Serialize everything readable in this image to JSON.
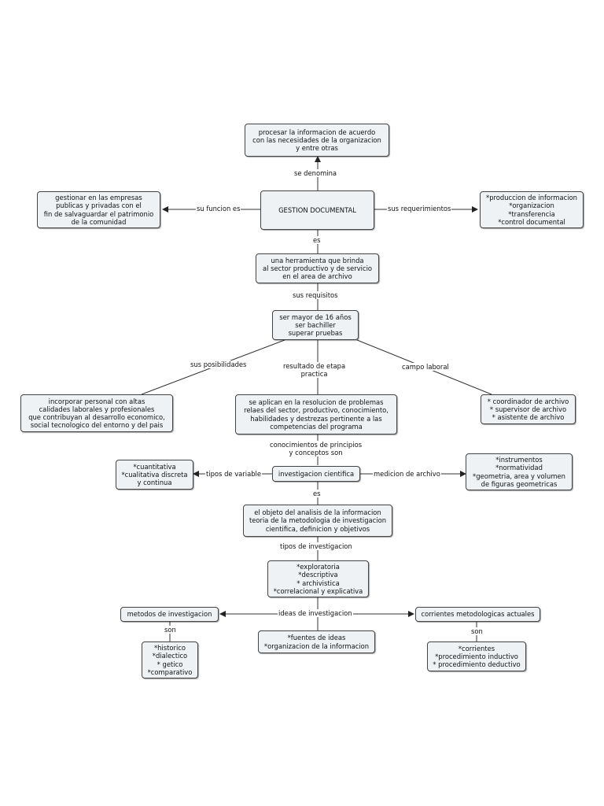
{
  "nodes": {
    "procesar": "procesar la informacion de acuerdo\ncon las necesidades de la organizacion\ny entre otras",
    "gestionar": "gestionar en las empresas\npublicas y privadas con el\nfin de salvaguardar el patrimonio\nde la comunidad",
    "main": "GESTION DOCUMENTAL",
    "requerimientos": "*produccion de informacion\n*organizacion\n*transferencia\n*control documental",
    "herramienta": "una herramienta que brinda\nal sector productivo y de servicio\nen el area de archivo",
    "requisitos": "ser mayor de 16 años\nser bachiller\nsuperar pruebas",
    "incorporar": "incorporar personal con altas\ncalidades laborales y profesionales\nque contribuyan al desarrollo economico,\nsocial tecnologico del entorno y del pais",
    "aplican": "se aplican en la resolucion de problemas\nrelaes del sector, productivo, conocimiento,\nhabilidades y destrezas pertinente a las\ncompetencias del programa",
    "coordinador": "* coordinador de archivo\n* supervisor de archivo\n* asistente de archivo",
    "cuantitativa": "*cuantitativa\n*cualitativa discreta\ny continua",
    "investigacion": "investigacion cientifica",
    "instrumentos": "*instrumentos\n*normatividad\n*geometria, area y volumen\nde figuras geometricas",
    "objeto": "el objeto del analisis de la informacion\nteoria de la metodologia de investigacion\ncientifica, definicion y objetivos",
    "tipos": "*exploratoria\n*descriptiva\n* archivistica\n*correlacional y explicativa",
    "metodos": "metodos de investigacion",
    "corrientes_box": "corrientes metodologicas actuales",
    "fuentes": "*fuentes de ideas\n*organizacion de la informacion",
    "historico": "*historico\n*dialectico\n* getico\n*comparativo",
    "corrientes_list": "*corrientes\n*procedimiento inductivo\n* procedimiento deductivo"
  },
  "edge_labels": {
    "se_denomina": "se denomina",
    "su_funcion_es": "su funcion es",
    "sus_requerimientos": "sus requerimientos",
    "es_1": "es",
    "sus_requisitos": "sus requisitos",
    "sus_posibilidades": "sus posibilidades",
    "resultado": "resultado de etapa\npractica",
    "campo_laboral": "campo laboral",
    "conocimientos": "conocimientos de principios\ny conceptos son",
    "tipos_de_variable": "tipos de variable",
    "medicion": "medicion de archivo",
    "es_2": "es",
    "tipos_de_investigacion": "tipos de investigacion",
    "ideas": "ideas de investigacion",
    "son_1": "son",
    "son_2": "son"
  }
}
